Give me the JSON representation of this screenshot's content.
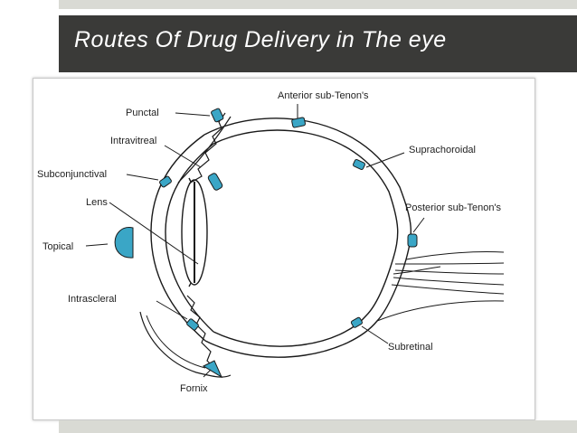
{
  "slide": {
    "title": "Routes Of Drug Delivery in The eye"
  },
  "diagram": {
    "labels": {
      "punctal": "Punctal",
      "intravitreal": "Intravitreal",
      "subconjunctival": "Subconjunctival",
      "lens": "Lens",
      "topical": "Topical",
      "intrascleral": "Intrascleral",
      "fornix": "Fornix",
      "anterior_sub_tenons": "Anterior sub-Tenon's",
      "suprachoroidal": "Suprachoroidal",
      "posterior_sub_tenons": "Posterior sub-Tenon's",
      "subretinal": "Subretinal"
    },
    "colors": {
      "implant": "#3aa6c6",
      "line": "#1a1a1a"
    }
  }
}
